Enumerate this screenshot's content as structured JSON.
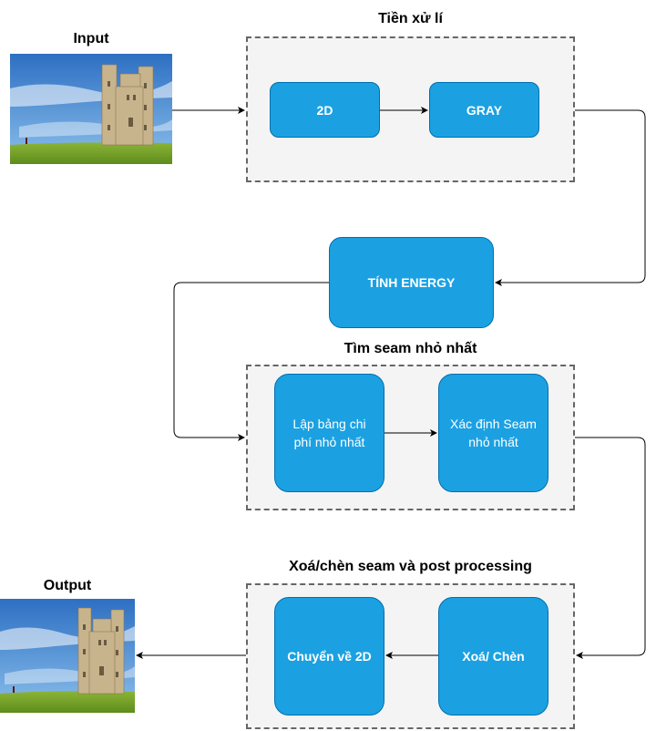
{
  "labels": {
    "input": "Input",
    "output": "Output",
    "group_preprocess": "Tiền xử lí",
    "group_min_seam": "Tìm seam nhỏ nhất",
    "group_remove": "Xoá/chèn seam và post processing"
  },
  "nodes": {
    "n2d": "2D",
    "gray": "GRAY",
    "energy": "TÍNH ENERGY",
    "cost_table_line1": "Lập bảng chi",
    "cost_table_line2": "phí nhỏ nhất",
    "find_seam_line1": "Xác định Seam",
    "find_seam_line2": "nhỏ nhất",
    "remove_insert": "Xoá/ Chèn",
    "to2d": "Chuyển về 2D"
  },
  "colors": {
    "node_fill": "#1ba1e2",
    "node_stroke": "#006eaf",
    "group_fill": "#f4f4f4",
    "group_stroke": "#666666"
  }
}
